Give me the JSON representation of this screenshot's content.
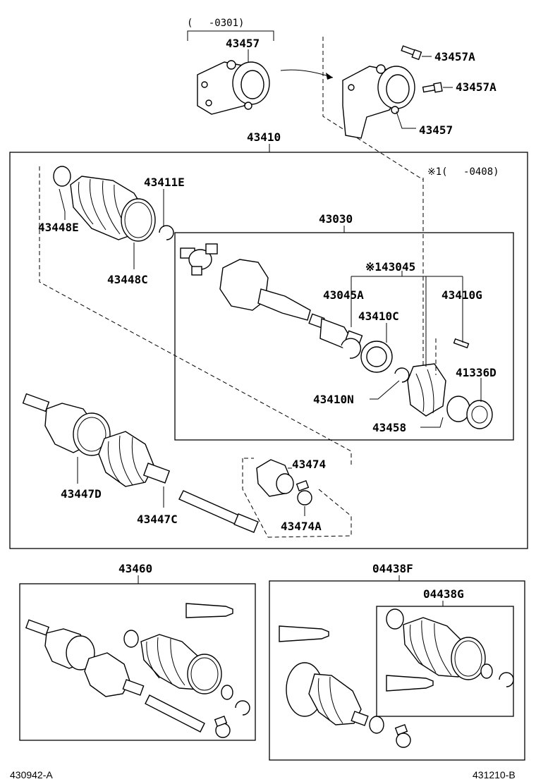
{
  "labels": {
    "top_range": "(　 -0301)",
    "bracket_43457": "43457",
    "bolt_a1": "43457A",
    "bolt_a2": "43457A",
    "bracket_new": "43457",
    "shaft_assy": "43410",
    "note_range": "※1(　 -0408)",
    "boot_clamp_e": "43411E",
    "boot_e": "43448E",
    "boot_c": "43448C",
    "inner_joint": "43030",
    "kit": "※143045",
    "snap_a": "43045A",
    "bearing_c": "43410C",
    "pin_g": "43410G",
    "ring_n": "43410N",
    "seal_d": "41336D",
    "dust_cover": "43458",
    "outer_boot_d": "43447D",
    "outer_c": "43447C",
    "damper": "43474",
    "clamp_a": "43474A",
    "repair_kit": "43460",
    "boot_kit_f": "04438F",
    "boot_kit_g": "04438G"
  },
  "footer": {
    "left_code": "430942-A",
    "right_code": "431210-B"
  }
}
